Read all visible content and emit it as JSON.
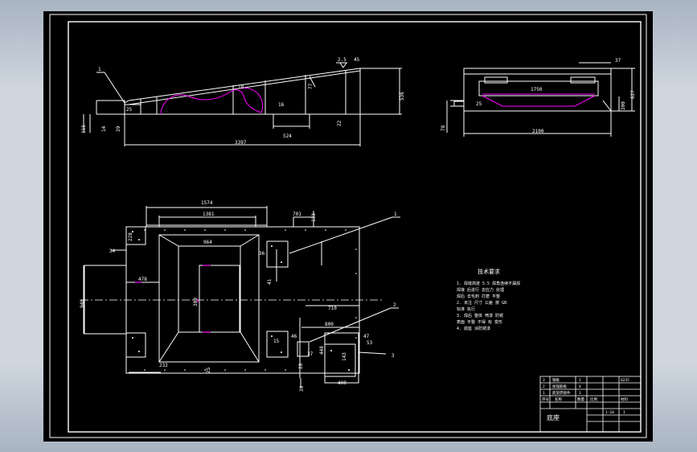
{
  "colors": {
    "background": "#000000",
    "lines": "#ffffff",
    "accent": "#ff00ff"
  },
  "side_view": {
    "label_part": "1",
    "dim_total_length": "3397",
    "dim_height": "536",
    "dim_left_offset": "39",
    "dim_left_small": "14",
    "dim_left_gap": "115",
    "dim_step": "25",
    "dim_rise": "22",
    "dim_slope": "77",
    "dim_angle": "18",
    "dim_top": "2.5",
    "dim_mid": "16",
    "dim_base_seg": "524",
    "dim_right_small": "25",
    "dim_top_right": "45"
  },
  "end_view": {
    "dim_width": "2100",
    "dim_center": "1750",
    "dim_top": "37",
    "dim_height": "627",
    "dim_right": "300",
    "dim_left_gap": "25",
    "dim_left_base": "78"
  },
  "plan_view": {
    "dim_overall": "1574",
    "dim_inner_top": "1381",
    "dim_inner_box": "964",
    "dim_left_width": "478",
    "dim_height": "940",
    "dim_mid": "300",
    "dim_pad": "701",
    "dim_pad_h": "133",
    "dim_left_block": "34",
    "dim_rib": "228",
    "dim_bottom": "232",
    "dim_ref": "25",
    "dim_right_w": "710",
    "dim_rx1": "800",
    "dim_rx2": "36",
    "dim_rx3": "47",
    "dim_rx4": "53",
    "dim_rx5": "143",
    "dim_rx6": "448",
    "dim_rx7": "400",
    "dim_rx8": "15",
    "dim_rx9": "37",
    "dim_rx10": "41",
    "dim_rx11": "30",
    "dim_rx12": "20",
    "dim_rx13": "46",
    "callout_1": "1",
    "callout_2": "2",
    "callout_3": "3"
  },
  "notes": {
    "heading": "技术要求",
    "lines": [
      "1. 焊缝高度 5.5 焊角连续不漏焊",
      "   焊接 后进行 去应力 处理",
      "   焊后 去毛刺 打磨 平整",
      "2. 未注 尺寸 公差 按 GB",
      "   标准 执行",
      "3. 焊后 整体 喷漆 防锈",
      "   表面 平整 不得 有 变形",
      "4. 底座 涂防锈漆"
    ]
  },
  "title_block": {
    "drawing_name": "底座",
    "rows": [
      [
        "3",
        "钢板",
        "1",
        "",
        "Q235"
      ],
      [
        "2",
        "加强筋板",
        "4",
        "",
        ""
      ],
      [
        "1",
        "底架焊接件",
        "1",
        "",
        ""
      ],
      [
        "序号",
        "名称",
        "数量",
        "比例",
        "材料"
      ]
    ],
    "scale": "1:10",
    "sheet": "1"
  }
}
